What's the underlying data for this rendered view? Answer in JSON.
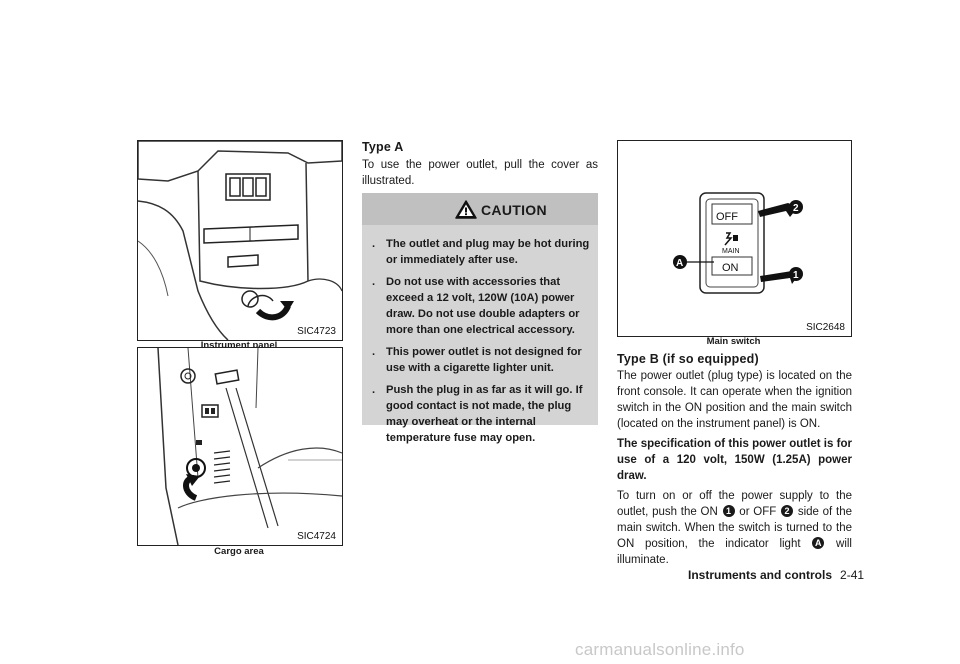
{
  "figure1": {
    "code": "SIC4723",
    "caption": "Instrument panel"
  },
  "figure2": {
    "code": "SIC4724",
    "caption": "Cargo area"
  },
  "figure3": {
    "code": "SIC2648",
    "caption": "Main switch",
    "label_off": "OFF",
    "label_on": "ON",
    "label_main": "MAIN",
    "marker_a": "A",
    "marker_1": "1",
    "marker_2": "2"
  },
  "type_a": {
    "heading": "Type A",
    "text": "To use the power outlet, pull the cover as illustrated."
  },
  "caution": {
    "title": "CAUTION",
    "bullet": ".",
    "items": [
      "The outlet and plug may be hot during or immediately after use.",
      "Do not use with accessories that exceed a 12 volt, 120W (10A) power draw. Do not use double adapters or more than one electrical accessory.",
      "This power outlet is not designed for use with a cigarette lighter unit.",
      "Push the plug in as far as it will go. If good contact is not made, the plug may overheat or the internal temperature fuse may open."
    ]
  },
  "type_b": {
    "heading": "Type B (if so equipped)",
    "para1": "The power outlet (plug type) is located on the front console. It can operate when the ignition switch in the ON position and the main switch (located on the instrument panel) is ON.",
    "para2": "The specification of this power outlet is for use of a 120 volt, 150W (1.25A) power draw.",
    "para3_a": "To turn on or off the power supply to the outlet, push the ON",
    "para3_b": "or OFF",
    "para3_c": "side of the main switch. When the switch is turned to the ON position, the indicator light",
    "para3_d": "will illuminate.",
    "ref_1": "1",
    "ref_2": "2",
    "ref_a": "A"
  },
  "footer": {
    "section": "Instruments and controls",
    "page": "2-41"
  },
  "watermark": "carmanualsonline.info"
}
